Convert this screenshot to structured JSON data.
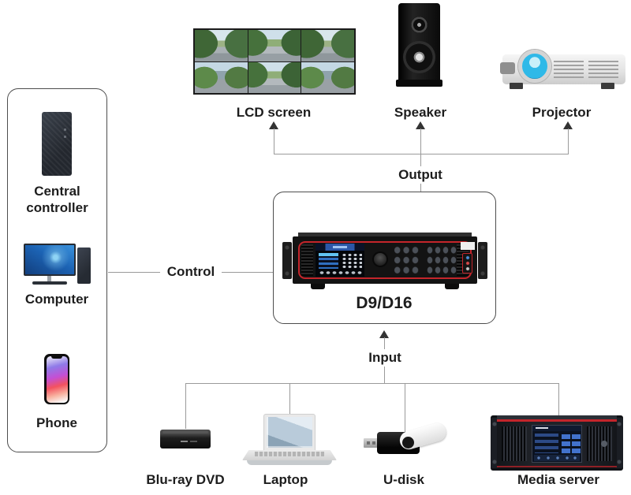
{
  "diagram": {
    "processor": {
      "label": "D9/D16"
    },
    "links": {
      "output": "Output",
      "input": "Input",
      "control": "Control"
    },
    "outputs": [
      {
        "label": "LCD screen"
      },
      {
        "label": "Speaker"
      },
      {
        "label": "Projector"
      }
    ],
    "control_sources": [
      {
        "label": "Central controller"
      },
      {
        "label": "Computer"
      },
      {
        "label": "Phone"
      }
    ],
    "inputs": [
      {
        "label": "Blu-ray DVD"
      },
      {
        "label": "Laptop"
      },
      {
        "label": "U-disk"
      },
      {
        "label": "Media server"
      }
    ],
    "colors": {
      "line": "#9a9a9a",
      "arrow": "#333333",
      "accent_red": "#c4252b",
      "lens_blue": "#2fb9e8"
    }
  }
}
